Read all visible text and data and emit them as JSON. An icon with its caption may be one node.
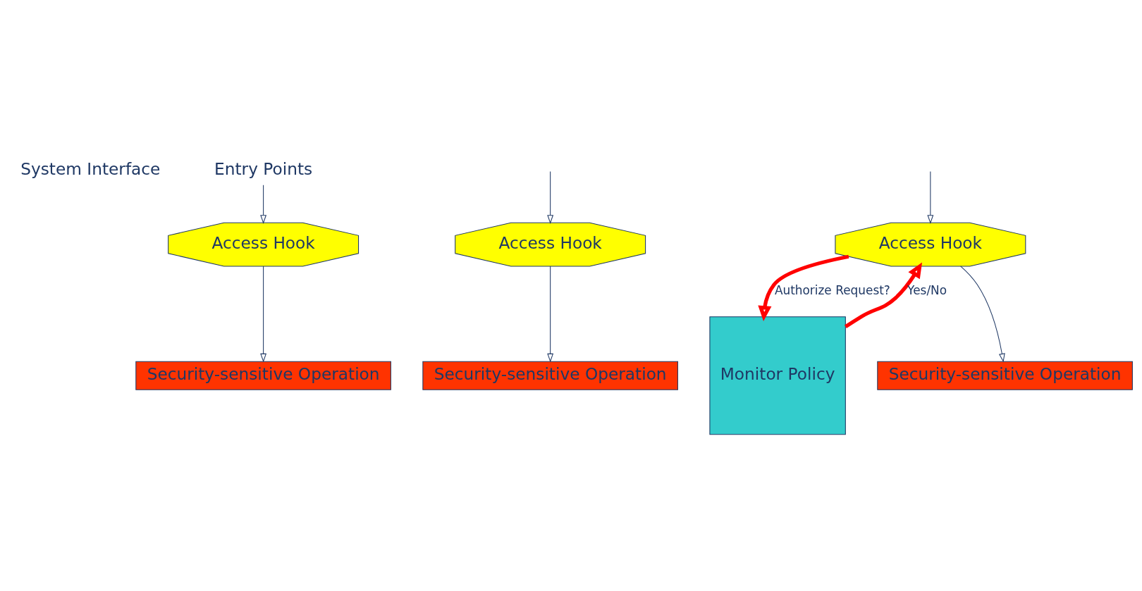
{
  "diagram": {
    "nodes": [
      {
        "text": [
          "Entry Points"
        ]
      },
      {
        "text": [
          "Access Hook"
        ]
      },
      {
        "text": [
          "Security-sensitive Operation"
        ]
      },
      {
        "text": [
          "Access Hook"
        ]
      },
      {
        "text": [
          "Security-sensitive Operation"
        ]
      },
      {
        "text": [
          "Access Hook"
        ]
      },
      {
        "text": [
          "Monitor Policy"
        ]
      },
      {
        "text": [
          "Security-sensitive Operation"
        ]
      }
    ],
    "edges": [
      {
        "from": null,
        "to": 3,
        "arrow": "to"
      },
      {
        "from": 0,
        "to": 1,
        "arrow": "to"
      },
      {
        "from": null,
        "to": 5,
        "arrow": "to"
      },
      {
        "from": 1,
        "to": 2,
        "arrow": "to"
      },
      {
        "from": 3,
        "to": 4,
        "arrow": "to"
      },
      {
        "from": 5,
        "to": 7,
        "arrow": "to"
      },
      {
        "from": 5,
        "to": 6,
        "arrow": "to",
        "label": "Authorize Request?",
        "style": "thick",
        "color": "#ff0000"
      },
      {
        "from": 6,
        "to": 5,
        "arrow": "to",
        "label": "Yes/No",
        "style": "thick",
        "color": "#ff0000"
      }
    ],
    "labels": [
      "System Interface"
    ]
  }
}
